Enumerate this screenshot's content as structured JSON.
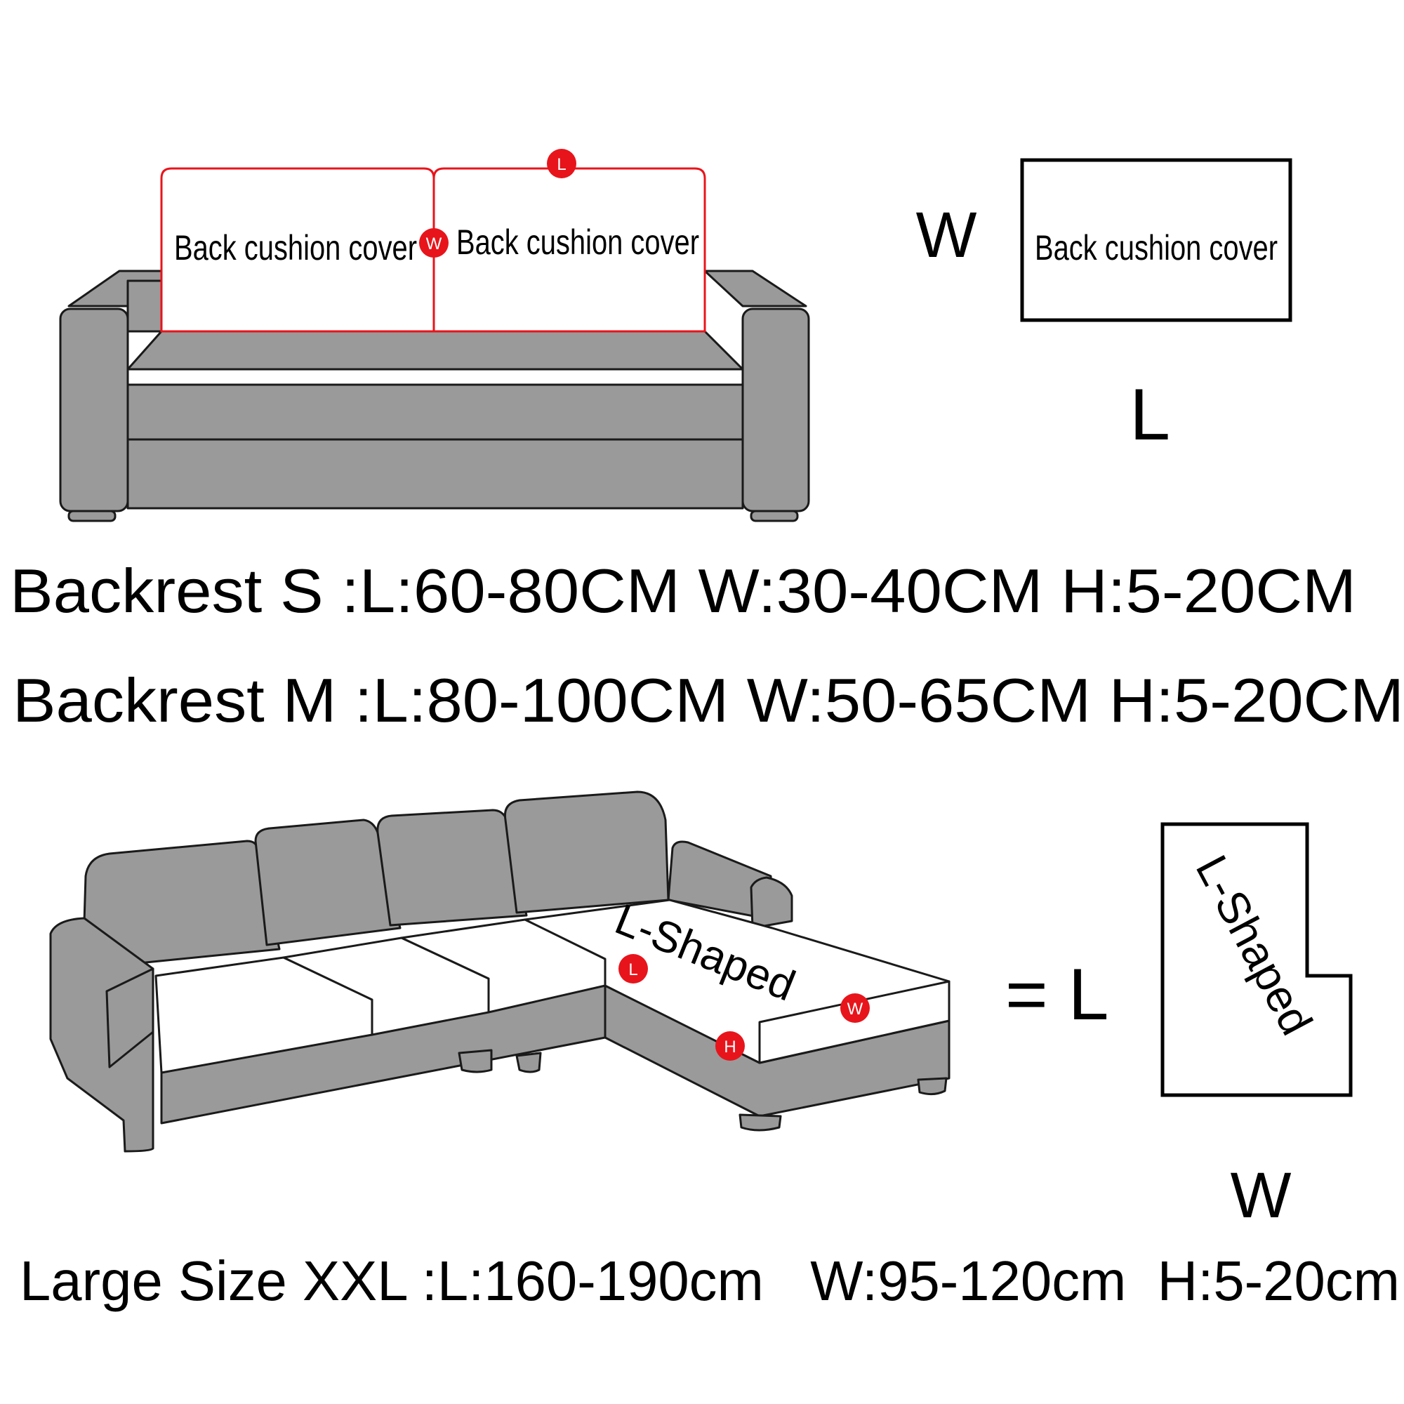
{
  "top_sofa": {
    "cushion_left_label": "Back cushion cover",
    "cushion_right_label": "Back cushion cover",
    "marker_l": "L",
    "marker_w": "W"
  },
  "top_diagram": {
    "w_label": "W",
    "box_label": "Back cushion cover",
    "l_label": "L"
  },
  "specs": {
    "backrest_s": "Backrest S :L:60-80CM W:30-40CM H:5-20CM",
    "backrest_m": "Backrest M :L:80-100CM W:50-65CM H:5-20CM",
    "xxl": "Large Size XXL :L:160-190cm   W:95-120cm  H:5-20cm"
  },
  "bottom_sofa": {
    "chaise_label": "L-Shaped",
    "marker_l": "L",
    "marker_w": "W",
    "marker_h": "H"
  },
  "bottom_diagram": {
    "equals_label": "= L",
    "shape_label": "L-Shaped",
    "w_label": "W"
  },
  "colors": {
    "sofa_fill": "#9a9a9a",
    "outline": "#1a1a1a",
    "marker_red": "#e8141b",
    "cover_white": "#ffffff"
  }
}
